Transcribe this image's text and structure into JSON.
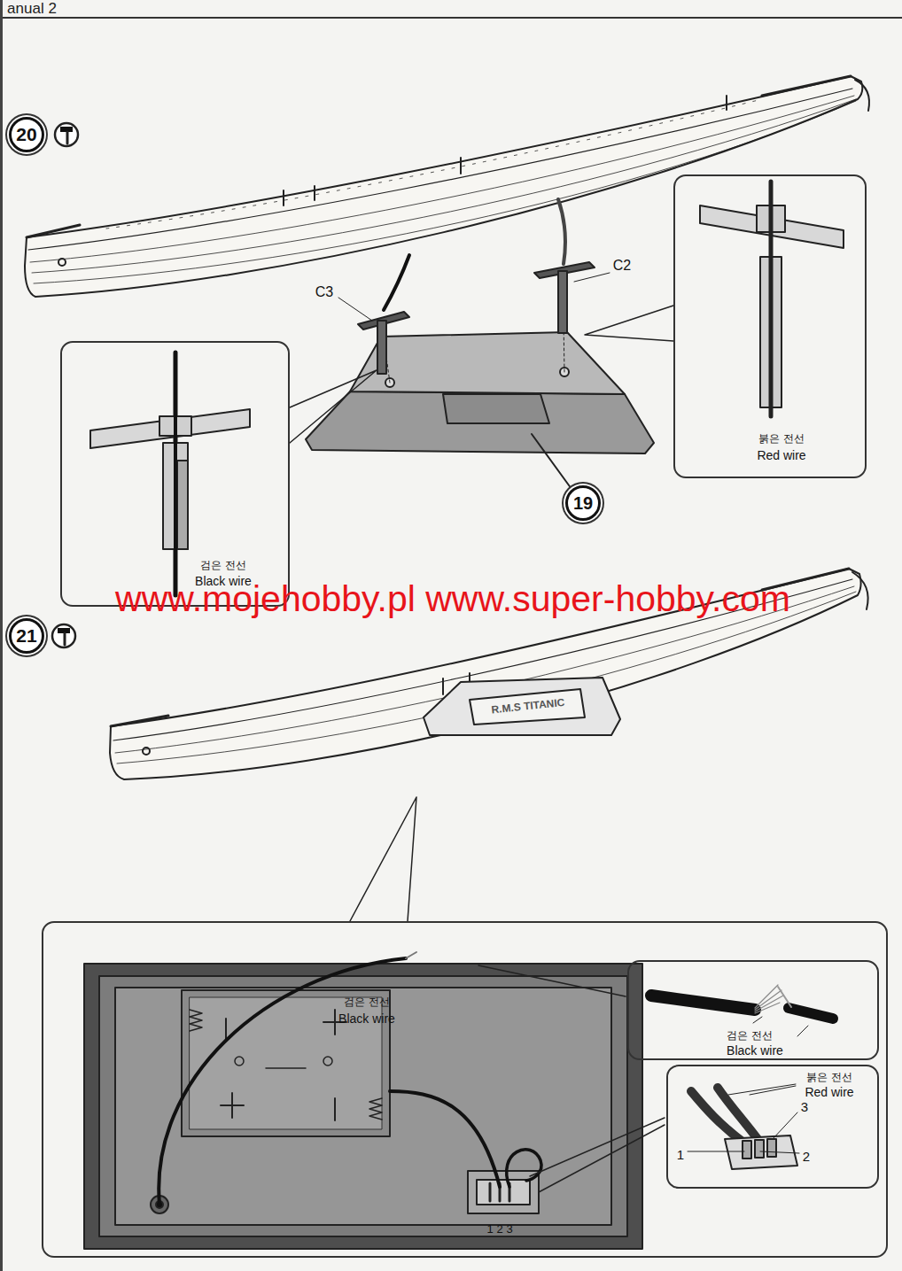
{
  "diagram": {
    "nodes": [
      {
        "text": [
          "20"
        ]
      },
      {
        "text": [
          "검은 전선",
          "Black wire"
        ]
      },
      {
        "text": [
          "붉은 전선",
          "Red wire"
        ]
      },
      {
        "text": [
          "19"
        ]
      },
      {
        "text": [
          "21"
        ]
      },
      {
        "text": [
          "검은 전선",
          "Black wire"
        ]
      },
      {
        "text": [
          "검은 전선",
          "Black wire"
        ],
        "in": 5
      },
      {
        "text": [
          "붉은 전선",
          "Red wire"
        ],
        "in": 5
      }
    ],
    "labels": [
      "anual 2",
      "C3",
      "C2",
      "www.mojehobby.pl www.super-hobby.com",
      "R.M.S TITANIC",
      "1",
      "2",
      "3",
      "3",
      "1",
      "2"
    ]
  }
}
